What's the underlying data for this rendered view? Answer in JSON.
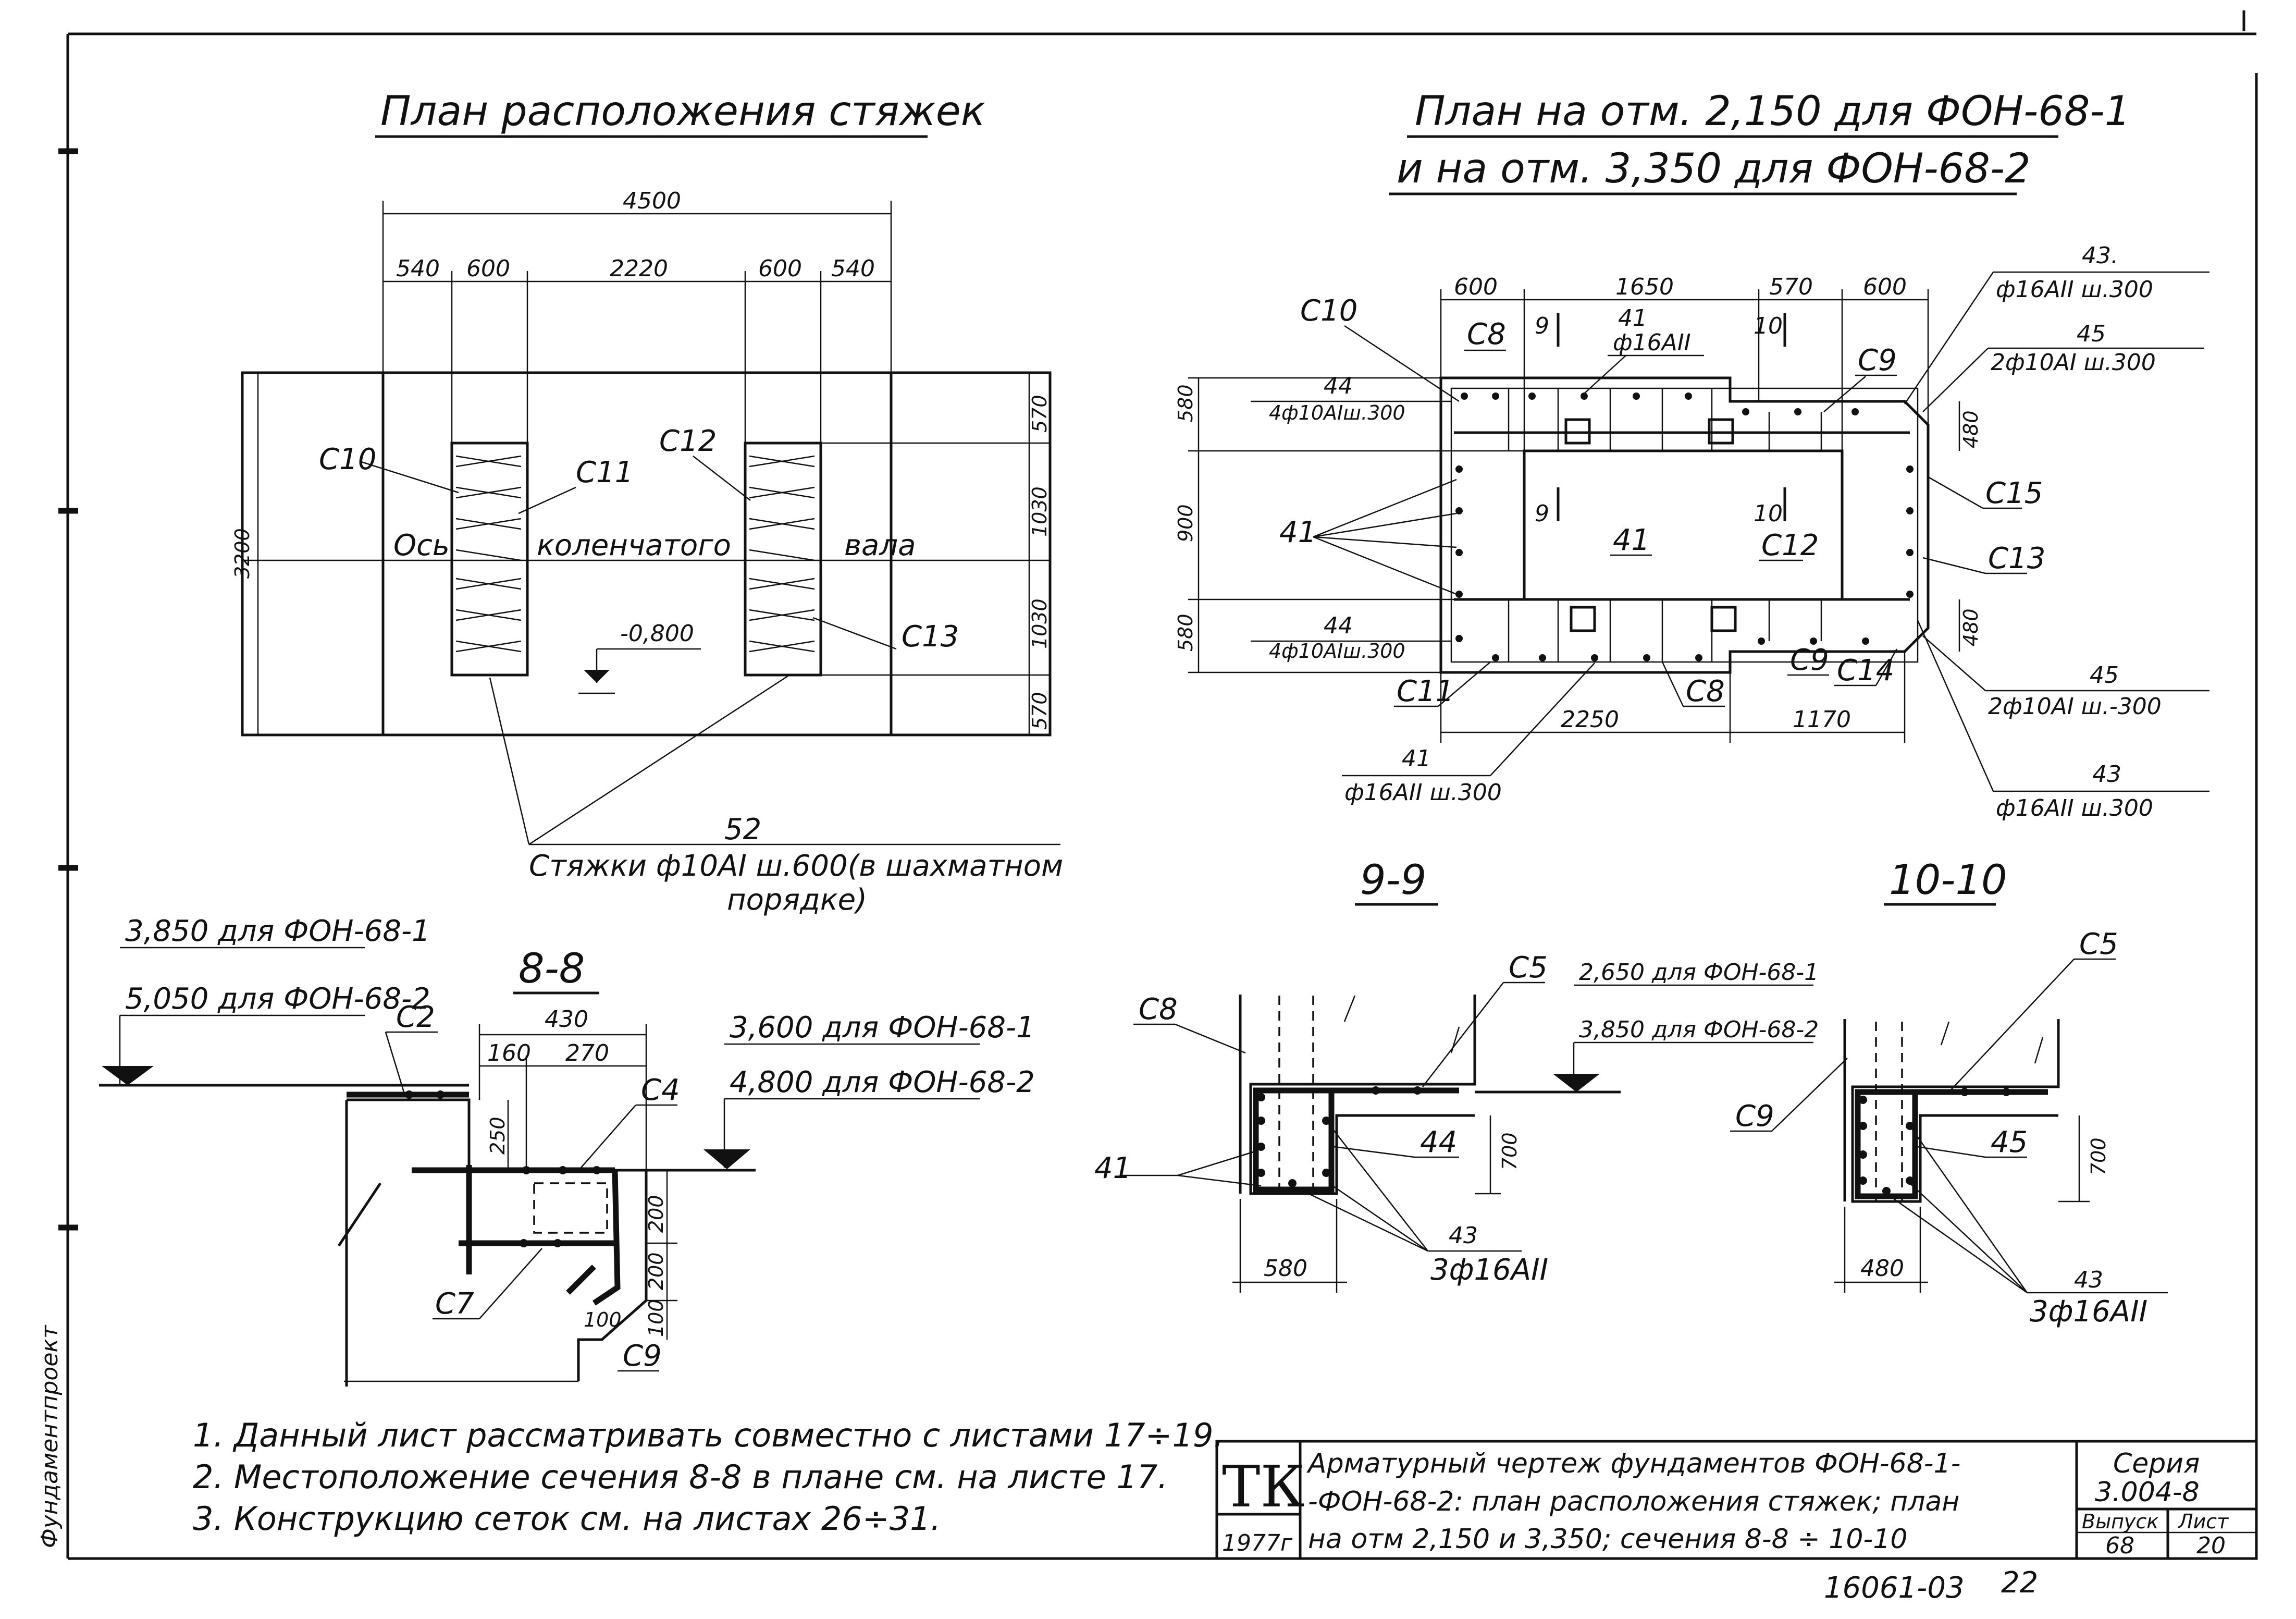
{
  "plan1": {
    "title": "План расположения стяжек",
    "dims_top": {
      "total": "4500",
      "d1": "540",
      "d2": "600",
      "d3": "2220",
      "d4": "600",
      "d5": "540"
    },
    "dims_right": [
      "570",
      "1030",
      "1030",
      "570"
    ],
    "dim_left": "3200",
    "labels": {
      "c10": "C10",
      "c11": "C11",
      "c12": "C12",
      "c13": "C13"
    },
    "axis_words": [
      "Ось",
      "коленчатого",
      "вала"
    ],
    "elevation": "-0,800",
    "tie_number": "52",
    "tie_text_1": "Стяжки ф10АI ш.600(в шахматном",
    "tie_text_2": "порядке)"
  },
  "plan2": {
    "title_1": "План на отм. 2,150 для ФОН-68-1",
    "title_2": "и на отм. 3,350 для ФОН-68-2",
    "dims_top": [
      "600",
      "1650",
      "570",
      "600"
    ],
    "dims_left": [
      "580",
      "900",
      "580"
    ],
    "dims_right": [
      "480",
      "480"
    ],
    "dims_bottom": [
      "2250",
      "1170"
    ],
    "labels": {
      "c10": "C10",
      "c8_top": "C8",
      "c9_top": "C9",
      "c15": "C15",
      "c13": "C13",
      "c12": "C12",
      "c11": "C11",
      "c8_bot": "C8",
      "c9_bot": "C9",
      "c14": "C14",
      "cut9_top": "9",
      "cut10_top": "10",
      "cut9_mid": "9",
      "cut10_mid": "10",
      "p41_left": "41",
      "p41_mid": "41",
      "p44_top_num": "44",
      "p44_top_txt": "4ф10АIш.300",
      "p44_bot_num": "44",
      "p44_bot_txt": "4ф10АIш.300",
      "p41_top_num": "41",
      "p41_top_txt": "ф16АII",
      "p43_top_num": "43.",
      "p43_top_txt": "ф16АII ш.300",
      "p45_top_num": "45",
      "p45_top_txt": "2ф10АI ш.300",
      "p45_bot_num": "45",
      "p45_bot_txt": "2ф10АI ш.-300",
      "p43_bot_num": "43",
      "p43_bot_txt": "ф16АII ш.300",
      "p41_bot_num": "41",
      "p41_bot_txt": "ф16АII ш.300"
    }
  },
  "sec88": {
    "title": "8-8",
    "elev_left_1": "3,850 для ФОН-68-1",
    "elev_left_2": "5,050 для ФОН-68-2",
    "elev_right_1": "3,600 для ФОН-68-1",
    "elev_right_2": "4,800 для ФОН-68-2",
    "dims": {
      "w430": "430",
      "w160": "160",
      "w270": "270",
      "h250": "250",
      "h200a": "200",
      "h200b": "200",
      "h100": "100",
      "w100": "100"
    },
    "labels": {
      "c2": "C2",
      "c4": "C4",
      "c7": "C7",
      "c9": "C9"
    }
  },
  "sec99": {
    "title": "9-9",
    "elev_1": "2,650 для ФОН-68-1",
    "elev_2": "3,850 для ФОН-68-2",
    "dims": {
      "w580": "580",
      "h700": "700"
    },
    "labels": {
      "c8": "C8",
      "c5": "C5",
      "p41": "41",
      "p44": "44",
      "p43_num": "43",
      "p43_txt": "3ф16АII"
    }
  },
  "sec1010": {
    "title": "10-10",
    "dims": {
      "w480": "480",
      "h700": "700"
    },
    "labels": {
      "c5": "C5",
      "c9": "C9",
      "p45": "45",
      "p43_num": "43",
      "p43_txt": "3ф16АII"
    }
  },
  "notes": [
    "1. Данный лист рассматривать совместно с листами 17÷19.",
    "2. Местоположение сечения 8-8 в плане см. на листе 17.",
    "3. Конструкцию сеток см. на листах 26÷31."
  ],
  "side_stamp": "Фундаментпроект",
  "title_block": {
    "logo": "ТК",
    "year": "1977г",
    "desc_1": "Арматурный чертеж фундаментов ФОН-68-1-",
    "desc_2": "-ФОН-68-2: план расположения стяжек; план",
    "desc_3": "на отм 2,150 и 3,350; сечения 8-8 ÷ 10-10",
    "series_label": "Серия",
    "series_value": "3.004-8",
    "issue_label": "Выпуск",
    "issue_value": "68",
    "sheet_label": "Лист",
    "sheet_value": "20"
  },
  "footer": {
    "archive": "16061-03",
    "page": "22"
  }
}
